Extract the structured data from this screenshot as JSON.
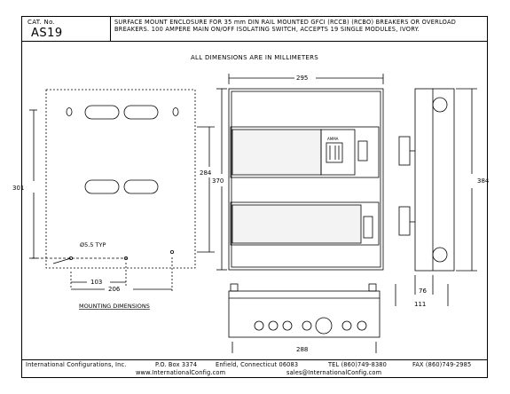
{
  "header": {
    "cat_label": "CAT. No.",
    "cat_code": "AS19",
    "description": "SURFACE MOUNT ENCLOSURE FOR 35 mm DIN RAIL MOUNTED GFCI (RCCB) (RCBO) BREAKERS OR OVERLOAD BREAKERS. 100 AMPERE MAIN ON/OFF ISOLATING SWITCH, ACCEPTS 19 SINGLE MODULES, IVORY."
  },
  "note": "ALL DIMENSIONS ARE IN MILLIMETERS",
  "mounting": {
    "height": "301",
    "hole_spacing": "103",
    "width": "206",
    "hole_label": "Ø5.5 TYP",
    "caption": "MOUNTING DIMENSIONS"
  },
  "front": {
    "width": "295",
    "inner_height": "284",
    "height": "370",
    "switch_label": "AMMA"
  },
  "side": {
    "height": "384",
    "depth": "76",
    "depth_total": "111"
  },
  "bottom": {
    "width": "288"
  },
  "footer": {
    "company": "International Configurations, Inc.",
    "pobox": "P.O. Box 3374",
    "city": "Enfield, Connecticut 06083",
    "tel": "TEL (860)749-8380",
    "fax": "FAX (860)749-2985",
    "web": "www.InternationalConfig.com",
    "email": "sales@InternationalConfig.com"
  }
}
